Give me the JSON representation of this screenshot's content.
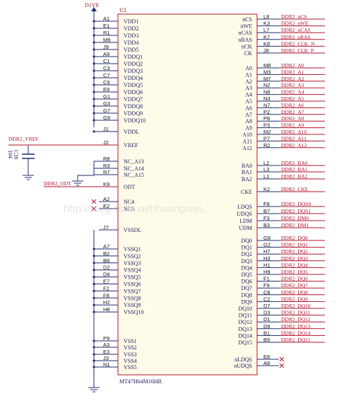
{
  "power_label": "D1V8",
  "chip": {
    "ref": "U2",
    "part": "MT47H64M16HR"
  },
  "left_pins": [
    {
      "num": "A1",
      "name": "VDD1"
    },
    {
      "num": "E1",
      "name": "VDD2"
    },
    {
      "num": "R1",
      "name": "VDD3"
    },
    {
      "num": "M9",
      "name": "VDD4"
    },
    {
      "num": "J9",
      "name": "VDD5"
    },
    {
      "num": "A9",
      "name": "VDDQ1"
    },
    {
      "num": "C1",
      "name": "VDDQ2"
    },
    {
      "num": "C3",
      "name": "VDDQ3"
    },
    {
      "num": "C7",
      "name": "VDDQ4"
    },
    {
      "num": "C9",
      "name": "VDDQ5"
    },
    {
      "num": "E9",
      "name": "VDDQ6"
    },
    {
      "num": "G1",
      "name": "VDDQ7"
    },
    {
      "num": "G3",
      "name": "VDDQ8"
    },
    {
      "num": "G7",
      "name": "VDDQ9"
    },
    {
      "num": "G9",
      "name": "VDDQ10"
    },
    {
      "num": "J1",
      "name": "VDDL"
    },
    {
      "num": "J2",
      "name": "VREF"
    },
    {
      "num": "R8",
      "name": "NC_A13"
    },
    {
      "num": "R3",
      "name": "NC_A14"
    },
    {
      "num": "R7",
      "name": "NC_A15"
    },
    {
      "num": "K9",
      "name": "ODT"
    },
    {
      "num": "A2",
      "name": "NC4"
    },
    {
      "num": "E2",
      "name": "NC5"
    },
    {
      "num": "J7",
      "name": "VSSDL"
    },
    {
      "num": "A7",
      "name": "VSSQ1"
    },
    {
      "num": "B2",
      "name": "VSSQ2"
    },
    {
      "num": "B8",
      "name": "VSSQ3"
    },
    {
      "num": "D2",
      "name": "VSSQ4"
    },
    {
      "num": "D8",
      "name": "VSSQ5"
    },
    {
      "num": "E7",
      "name": "VSSQ6"
    },
    {
      "num": "F2",
      "name": "VSSQ7"
    },
    {
      "num": "F8",
      "name": "VSSQ8"
    },
    {
      "num": "H2",
      "name": "VSSQ9"
    },
    {
      "num": "H8",
      "name": "VSSQ10"
    },
    {
      "num": "P9",
      "name": "VSS1"
    },
    {
      "num": "A3",
      "name": "VSS2"
    },
    {
      "num": "E3",
      "name": "VSS3"
    },
    {
      "num": "J3",
      "name": "VSS4"
    },
    {
      "num": "N1",
      "name": "VSS5"
    }
  ],
  "right_pins": [
    {
      "num": "L8",
      "name": "nCS",
      "net": "DDR2_nCS"
    },
    {
      "num": "K3",
      "name": "nWE",
      "net": "DDR2_nWE"
    },
    {
      "num": "L7",
      "name": "nCAS",
      "net": "DDR2_nCAS"
    },
    {
      "num": "K7",
      "name": "nRAS",
      "net": "DDR2_nRAS"
    },
    {
      "num": "K8",
      "name": "nCK",
      "net": "DDR2_CLK_N"
    },
    {
      "num": "J8",
      "name": "CK",
      "net": "DDR2_CLK_P"
    },
    {
      "num": "M8",
      "name": "A0",
      "net": "DDR2_A0"
    },
    {
      "num": "M3",
      "name": "A1",
      "net": "DDR2_A1"
    },
    {
      "num": "M7",
      "name": "A2",
      "net": "DDR2_A2"
    },
    {
      "num": "N2",
      "name": "A3",
      "net": "DDR2_A3"
    },
    {
      "num": "N8",
      "name": "A4",
      "net": "DDR2_A4"
    },
    {
      "num": "N3",
      "name": "A5",
      "net": "DDR2_A5"
    },
    {
      "num": "N7",
      "name": "A6",
      "net": "DDR2_A6"
    },
    {
      "num": "P2",
      "name": "A7",
      "net": "DDR2_A7"
    },
    {
      "num": "P8",
      "name": "A8",
      "net": "DDR2_A8"
    },
    {
      "num": "P3",
      "name": "A9",
      "net": "DDR2_A9"
    },
    {
      "num": "M2",
      "name": "A10",
      "net": "DDR2_A10"
    },
    {
      "num": "P7",
      "name": "A11",
      "net": "DDR2_A11"
    },
    {
      "num": "R2",
      "name": "A12",
      "net": "DDR2_A12"
    },
    {
      "num": "L2",
      "name": "BA0",
      "net": "DDR2_BA0"
    },
    {
      "num": "L3",
      "name": "BA1",
      "net": "DDR2_BA1"
    },
    {
      "num": "L1",
      "name": "BA2",
      "net": "DDR2_BA2"
    },
    {
      "num": "K2",
      "name": "CKE",
      "net": "DDR2_CKE"
    },
    {
      "num": "F8",
      "name": "LDQS",
      "net": "DDR2_DQS0"
    },
    {
      "num": "B7",
      "name": "UDQS",
      "net": "DDR2_DQS1"
    },
    {
      "num": "F3",
      "name": "LDM",
      "net": "DDR2_DM0"
    },
    {
      "num": "B3",
      "name": "UDM",
      "net": "DDR2_DM1"
    },
    {
      "num": "G8",
      "name": "DQ0",
      "net": "DDR2_DQ0"
    },
    {
      "num": "G2",
      "name": "DQ1",
      "net": "DDR2_DQ1"
    },
    {
      "num": "H7",
      "name": "DQ2",
      "net": "DDR2_DQ2"
    },
    {
      "num": "H3",
      "name": "DQ3",
      "net": "DDR2_DQ3"
    },
    {
      "num": "H1",
      "name": "DQ4",
      "net": "DDR2_DQ4"
    },
    {
      "num": "H9",
      "name": "DQ5",
      "net": "DDR2_DQ5"
    },
    {
      "num": "F1",
      "name": "DQ6",
      "net": "DDR2_DQ6"
    },
    {
      "num": "F9",
      "name": "DQ7",
      "net": "DDR2_DQ7"
    },
    {
      "num": "C8",
      "name": "DQ8",
      "net": "DDR2_DQ8"
    },
    {
      "num": "C2",
      "name": "DQ9",
      "net": "DDR2_DQ9"
    },
    {
      "num": "D7",
      "name": "DQ10",
      "net": "DDR2_DQ10"
    },
    {
      "num": "D3",
      "name": "DQ11",
      "net": "DDR2_DQ11"
    },
    {
      "num": "D1",
      "name": "DQ12",
      "net": "DDR2_DQ12"
    },
    {
      "num": "D9",
      "name": "DQ13",
      "net": "DDR2_DQ13"
    },
    {
      "num": "B1",
      "name": "DQ14",
      "net": "DDR2_DQ14"
    },
    {
      "num": "B9",
      "name": "DQ15",
      "net": "DDR2_DQ15"
    },
    {
      "num": "E8",
      "name": "nLDQS",
      "net": ""
    },
    {
      "num": "A8",
      "name": "nUDQS",
      "net": ""
    }
  ],
  "vref_net": "DDR2_VREF",
  "odt_net": "DDR2_ODT",
  "capacitor": {
    "ref": "C39",
    "value": "104"
  },
  "watermark": "http://blog.csdn.net/huangwei..."
}
